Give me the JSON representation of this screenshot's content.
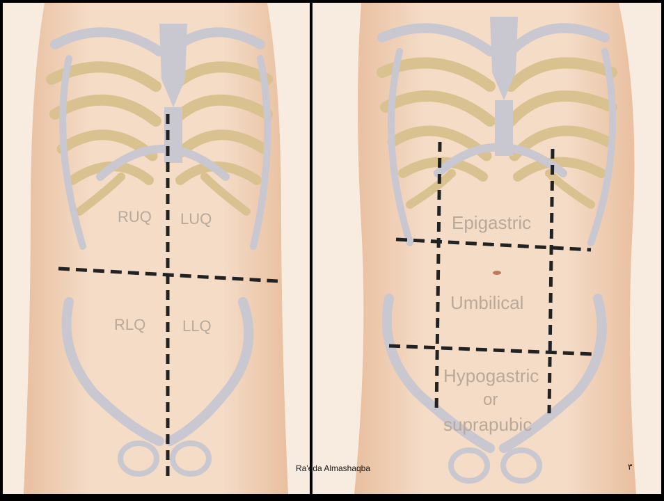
{
  "left_panel": {
    "labels": {
      "ruq": "RUQ",
      "luq": "LUQ",
      "rlq": "RLQ",
      "llq": "LLQ"
    }
  },
  "right_panel": {
    "labels": {
      "epigastric": "Epigastric",
      "umbilical": "Umbilical",
      "hypogastric_line1": "Hypogastric",
      "hypogastric_line2": "or",
      "hypogastric_line3": "suprapubic"
    }
  },
  "footer": {
    "author": "Ra'eda Almashaqba",
    "page_number": "٣"
  },
  "colors": {
    "skin": "#efcfb3",
    "skin_light": "#f6e3d2",
    "rib": "#d9c28f",
    "bone": "#c9c7cf",
    "dash": "#222222",
    "label": "#b8a99a"
  }
}
